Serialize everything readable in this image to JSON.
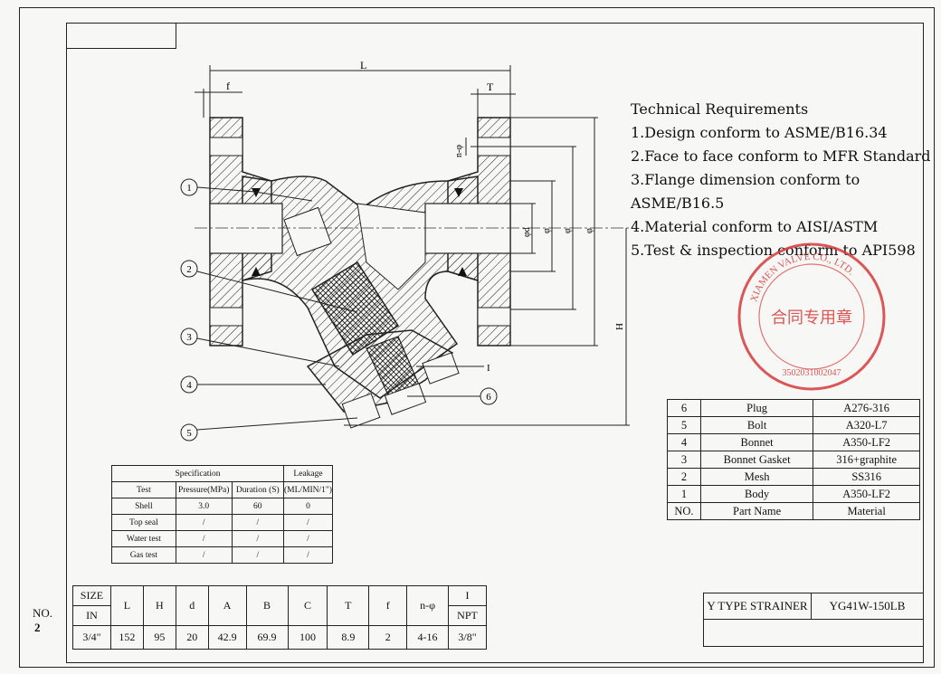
{
  "sheet": {
    "no_label": "NO.",
    "no_value": "2"
  },
  "drawing": {
    "dim_labels": {
      "L": "L",
      "f": "f",
      "T": "T",
      "H": "H",
      "n_phi": "n-φ",
      "phi_d": "φd",
      "phi_a": "φ",
      "phi_b": "φ",
      "phi_c": "φ",
      "I": "I"
    },
    "balloons": [
      "1",
      "2",
      "3",
      "4",
      "5",
      "6"
    ]
  },
  "technical_requirements": {
    "title": "Technical Requirements",
    "items": [
      "1.Design conform to ASME/B16.34",
      "2.Face to face conform to MFR Standard",
      "3.Flange dimension conform to ASME/B16.5",
      "4.Material conform to AISI/ASTM",
      "5.Test & inspection conform to API598"
    ]
  },
  "stamp": {
    "color": "#d63a3a",
    "center_text": "合同专用章",
    "ring_text": "XIAMEN VALVE CO., LTD.",
    "number": "3502031002047"
  },
  "parts_table": {
    "rows": [
      {
        "no": "6",
        "name": "Plug",
        "material": "A276-316"
      },
      {
        "no": "5",
        "name": "Bolt",
        "material": "A320-L7"
      },
      {
        "no": "4",
        "name": "Bonnet",
        "material": "A350-LF2"
      },
      {
        "no": "3",
        "name": "Bonnet Gasket",
        "material": "316+graphite"
      },
      {
        "no": "2",
        "name": "Mesh",
        "material": "SS316"
      },
      {
        "no": "1",
        "name": "Body",
        "material": "A350-LF2"
      }
    ],
    "header": {
      "no": "NO.",
      "name": "Part Name",
      "material": "Material"
    }
  },
  "spec_table": {
    "group_header": "Specification",
    "leakage_header": "Leakage",
    "col_test": "Test",
    "col_pressure": "Pressure(MPa)",
    "col_duration": "Duration (S)",
    "col_leakage": "(ML/MIN/1\")",
    "rows": [
      {
        "test": "Shell",
        "pressure": "3.0",
        "duration": "60",
        "leakage": "0"
      },
      {
        "test": "Top seal",
        "pressure": "/",
        "duration": "/",
        "leakage": "/"
      },
      {
        "test": "Water test",
        "pressure": "/",
        "duration": "/",
        "leakage": "/"
      },
      {
        "test": "Gas test",
        "pressure": "/",
        "duration": "/",
        "leakage": "/"
      }
    ]
  },
  "dims_table": {
    "size_label": "SIZE",
    "in_label": "IN",
    "headers": [
      "L",
      "H",
      "d",
      "A",
      "B",
      "C",
      "T",
      "f",
      "n-φ"
    ],
    "i_header": "I",
    "npt_label": "NPT",
    "size_value": "3/4\"",
    "values": [
      "152",
      "95",
      "20",
      "42.9",
      "69.9",
      "100",
      "8.9",
      "2",
      "4-16"
    ],
    "i_value": "3/8\""
  },
  "title_block": {
    "name": "Y TYPE STRAINER",
    "model": "YG41W-150LB"
  }
}
